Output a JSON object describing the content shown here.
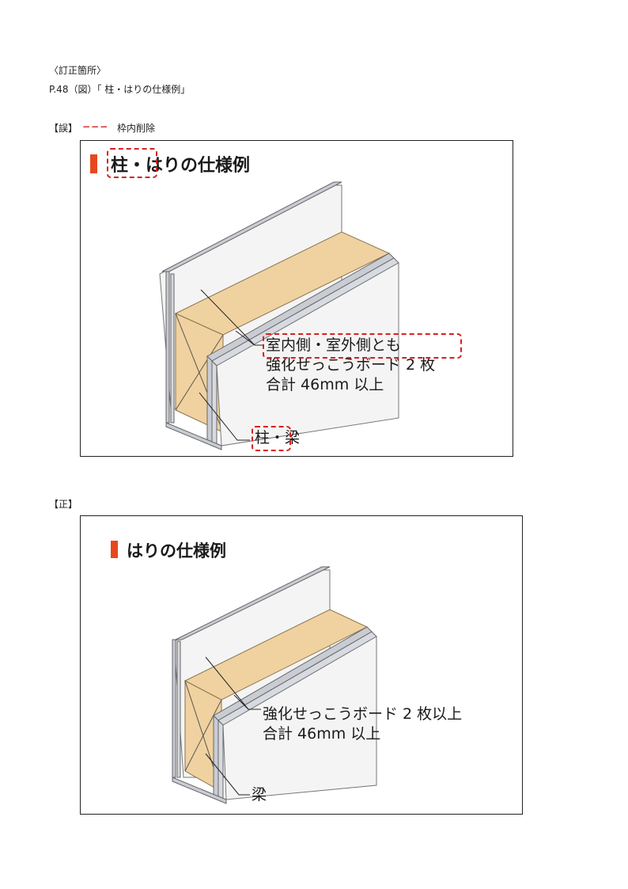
{
  "header": {
    "section": "〈訂正箇所〉",
    "reference": "P.48（図）「 柱・はりの仕様例」"
  },
  "wrong": {
    "tag": "【誤】",
    "legend_dash": "−−−",
    "legend_text": "枠内削除",
    "title_deleted": "柱・",
    "title_rest": "はりの仕様例",
    "callout_deleted": "室内側・室外側とも",
    "callout_line2": "強化せっこうボード 2 枚",
    "callout_line3": "合計 46mm 以上",
    "label_deleted": "柱・",
    "label_rest": "梁"
  },
  "correct": {
    "tag": "【正】",
    "title": "はりの仕様例",
    "callout_line1": "強化せっこうボード 2 枚以上",
    "callout_line2": "合計 46mm 以上",
    "label": "梁"
  },
  "colors": {
    "accent": "#e8471e",
    "delete_mark": "#d62020",
    "wood": "#f0d2a0",
    "board_edge": "#c9ccd3"
  }
}
